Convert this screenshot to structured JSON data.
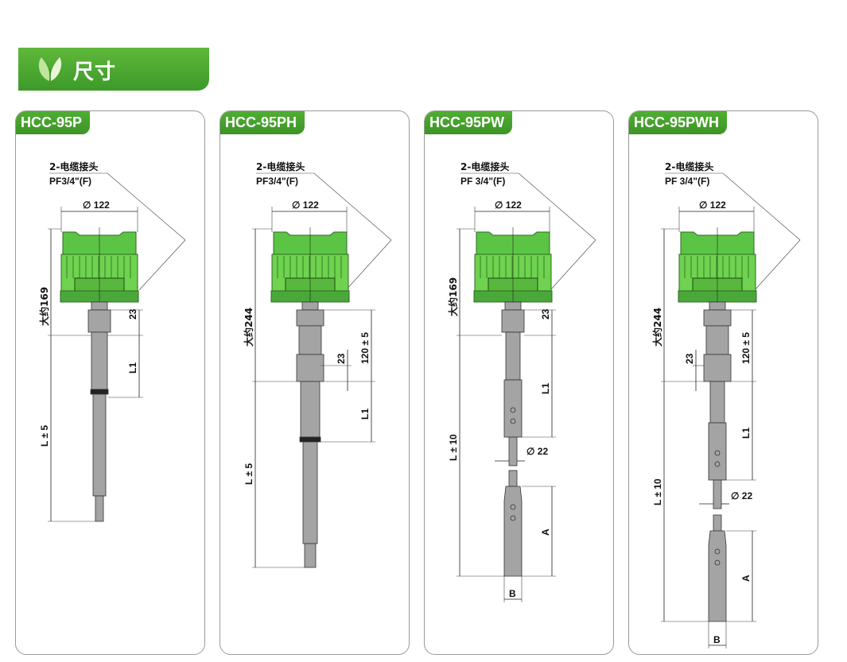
{
  "section": {
    "title": "尺寸",
    "accent": "#4aa82f",
    "icon": "leaf-icon"
  },
  "panels": [
    {
      "model": "HCC-95P",
      "connector": "2-电缆接头",
      "thread": "PF3/4\"(F)",
      "diameter": "∅ 122",
      "height": "大约169",
      "neck": "23",
      "l_dim": "L1",
      "length": "L ± 5"
    },
    {
      "model": "HCC-95PH",
      "connector": "2-电缆接头",
      "thread": "PF3/4\"(F)",
      "diameter": "∅ 122",
      "height": "大约244",
      "neck": "23",
      "ext": "120 ± 5",
      "l_dim": "L1",
      "length": "L ± 5"
    },
    {
      "model": "HCC-95PW",
      "connector": "2-电缆接头",
      "thread": "PF 3/4\"(F)",
      "diameter": "∅ 122",
      "height": "大约169",
      "neck": "23",
      "l_dim": "L1",
      "rod_dia": "∅ 22",
      "length": "L ± 10",
      "weight_len": "A",
      "weight_dia": "B"
    },
    {
      "model": "HCC-95PWH",
      "connector": "2-电缆接头",
      "thread": "PF 3/4\"(F)",
      "diameter": "∅ 122",
      "height": "大约244",
      "neck": "23",
      "ext": "120 ± 5",
      "l_dim": "L1",
      "rod_dia": "∅ 22",
      "length": "L ± 10",
      "weight_len": "A",
      "weight_dia": "B"
    }
  ]
}
